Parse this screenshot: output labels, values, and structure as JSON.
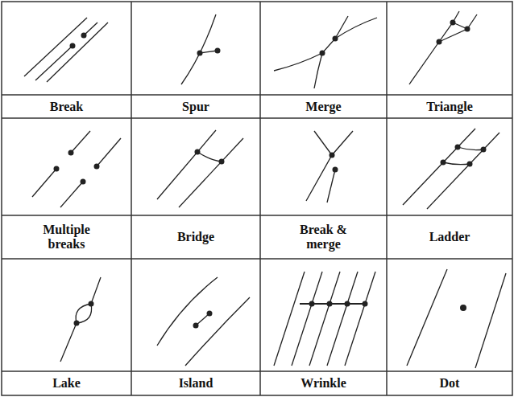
{
  "diagram": {
    "labels": [
      "Break",
      "Spur",
      "Merge",
      "Triangle",
      "Multiple breaks",
      "Bridge",
      "Break & merge",
      "Ladder",
      "Lake",
      "Island",
      "Wrinkle",
      "Dot"
    ]
  }
}
